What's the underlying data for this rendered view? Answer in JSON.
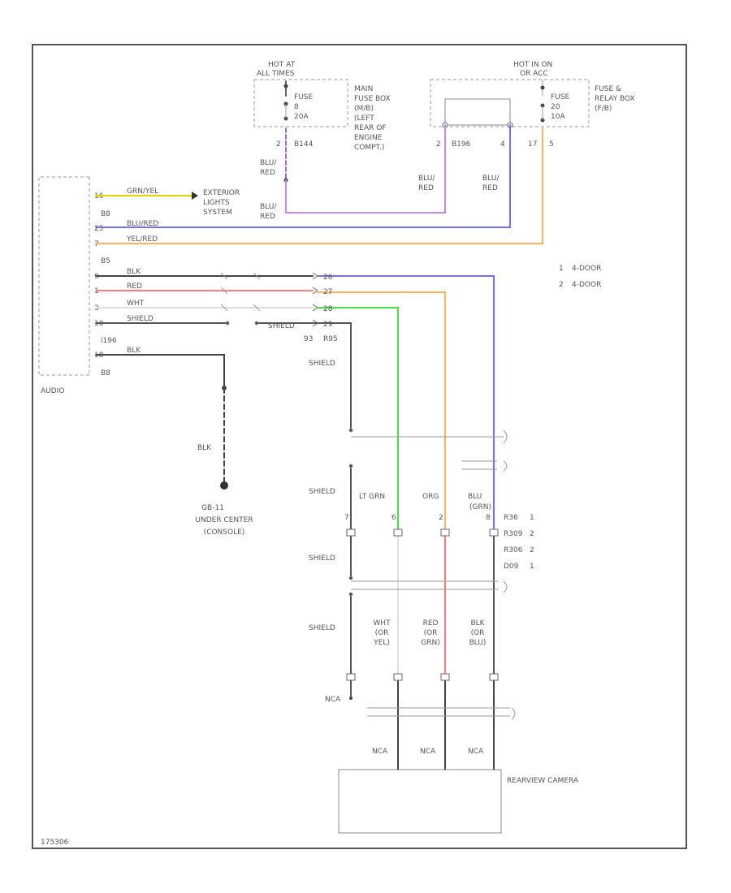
{
  "colors": {
    "gray": "#777777",
    "black": "#444444",
    "yellow": "#e6d100",
    "purple": "#9b6fd6",
    "violet": "#7a6cf0",
    "orange": "#ffb060",
    "pink": "#ff7b7b",
    "green": "#44e044",
    "blue_red": "#c48be0"
  },
  "fuse_left": {
    "hot": "HOT AT",
    "hot2": "ALL TIMES",
    "fuse": [
      "FUSE",
      "8",
      "20A"
    ],
    "box": [
      "MAIN",
      "FUSE BOX",
      "(M/B)",
      "(LEFT",
      "REAR OF",
      "ENGINE",
      "COMPT.)"
    ],
    "pin": "2",
    "conn": "B144",
    "wire": [
      "BLU/",
      "RED"
    ]
  },
  "fuse_right": {
    "hot": "HOT IN ON",
    "hot2": "OR ACC",
    "fuse": [
      "FUSE",
      "20",
      "10A"
    ],
    "box": [
      "FUSE &",
      "RELAY BOX",
      "(F/B)"
    ],
    "pin_a": "2",
    "conn_a": "B196",
    "pin_b": "4",
    "pin_c": "17",
    "pin_d": "5",
    "wire_a": [
      "BLU/",
      "RED"
    ],
    "wire_b": [
      "BLU/",
      "RED"
    ]
  },
  "audio": {
    "label": "AUDIO",
    "rows": [
      {
        "pin": "16",
        "wire": "GRN/YEL"
      },
      {
        "pin": "",
        "wire": "B8"
      },
      {
        "pin": "25",
        "wire": "BLU/RED"
      },
      {
        "pin": "7",
        "wire": "YEL/RED"
      },
      {
        "pin": "",
        "wire": "B5"
      },
      {
        "pin": "9",
        "wire": "BLK"
      },
      {
        "pin": "1",
        "wire": "RED"
      },
      {
        "pin": "3",
        "wire": "WHT"
      },
      {
        "pin": "10",
        "wire": "SHIELD"
      },
      {
        "pin": "",
        "wire": "i196"
      },
      {
        "pin": "18",
        "wire": "BLK"
      },
      {
        "pin": "",
        "wire": "B8"
      }
    ]
  },
  "exterior": [
    "EXTERIOR",
    "LIGHTS",
    "SYSTEM"
  ],
  "exterior_wire": [
    "BLU/",
    "RED"
  ],
  "mid_pins": [
    "26",
    "27",
    "28",
    "29"
  ],
  "mid_labels": [
    "SHIELD",
    "93",
    "R95"
  ],
  "shield": "SHIELD",
  "ground": {
    "wire": "BLK",
    "name": "GB-11",
    "loc": "UNDER CENTER",
    "loc2": "CONSOLE"
  },
  "legend": [
    {
      "num": "1",
      "text": "4-DOOR"
    },
    {
      "num": "2",
      "text": "4-DOOR"
    }
  ],
  "mid_wires": [
    [
      "LT GRN"
    ],
    [
      "ORG"
    ],
    [
      "BLU",
      "GRN"
    ]
  ],
  "mid_pin_numbers": [
    "7",
    "6",
    "2",
    "8"
  ],
  "right_conn": [
    {
      "name": "R36",
      "num": "1"
    },
    {
      "name": "R309",
      "num": "2"
    },
    {
      "name": "R306",
      "num": "2"
    },
    {
      "name": "D09",
      "num": "1"
    }
  ],
  "low_wires": [
    [
      "WHT",
      "(OR",
      "YEL)"
    ],
    [
      "RED",
      "(OR",
      "GRN)"
    ],
    [
      "BLK",
      "(OR",
      "BLU)"
    ]
  ],
  "nca": "NCA",
  "camera": "REARVIEW CAMERA",
  "footer": "175306"
}
